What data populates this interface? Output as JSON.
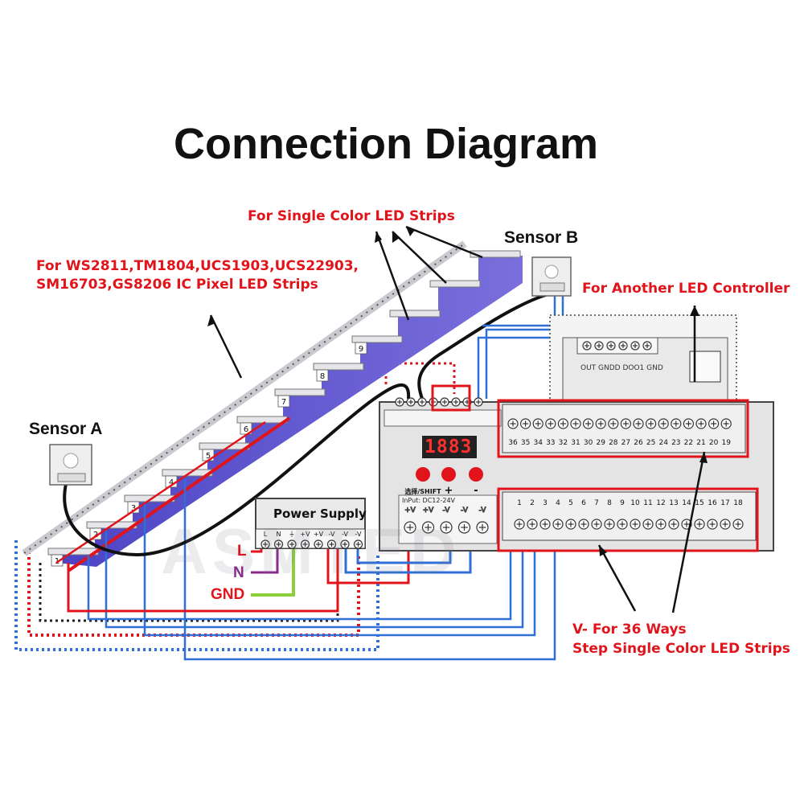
{
  "title": "Connection Diagram",
  "labels": {
    "single_color": "For Single Color LED Strips",
    "ic_pixel_line1": "For WS2811,TM1804,UCS1903,UCS22903,",
    "ic_pixel_line2": "SM16703,GS8206 IC Pixel LED Strips",
    "sensor_a": "Sensor A",
    "sensor_b": "Sensor B",
    "another_controller": "For Another LED Controller",
    "v_minus_line1": "V- For 36 Ways",
    "v_minus_line2": "Step Single Color LED Strips",
    "wire_l": "L",
    "wire_n": "N",
    "wire_gnd": "GND"
  },
  "power_supply": {
    "title": "Power Supply",
    "terminals": [
      "L",
      "N",
      "⏚",
      "+V",
      "+V",
      "-V",
      "-V",
      "-V"
    ]
  },
  "controller": {
    "display": "1883",
    "buttons": [
      "选择/SHIFT",
      "+",
      "-"
    ],
    "input_label": "InPut: DC12-24V",
    "input_terminals": [
      "+V",
      "+V",
      "-V",
      "-V",
      "-V"
    ]
  },
  "steps": [
    "1",
    "2",
    "3",
    "4",
    "5",
    "6",
    "7",
    "8",
    "9"
  ],
  "lower_channels": [
    "1",
    "2",
    "3",
    "4",
    "5",
    "6",
    "7",
    "8",
    "9",
    "10",
    "11",
    "12",
    "13",
    "14",
    "15",
    "16",
    "17",
    "18"
  ],
  "upper_channels": [
    "19",
    "20",
    "21",
    "22",
    "23",
    "24",
    "25",
    "26",
    "27",
    "28",
    "29",
    "30",
    "31",
    "32",
    "33",
    "34",
    "35",
    "36"
  ],
  "watermark": "ASMTED",
  "colors": {
    "red_label": "#e0141a",
    "stair": "#5a4fc8",
    "wire_blue": "#2f6fd6",
    "wire_red": "#e0141a",
    "wire_green": "#8bcf3a"
  }
}
